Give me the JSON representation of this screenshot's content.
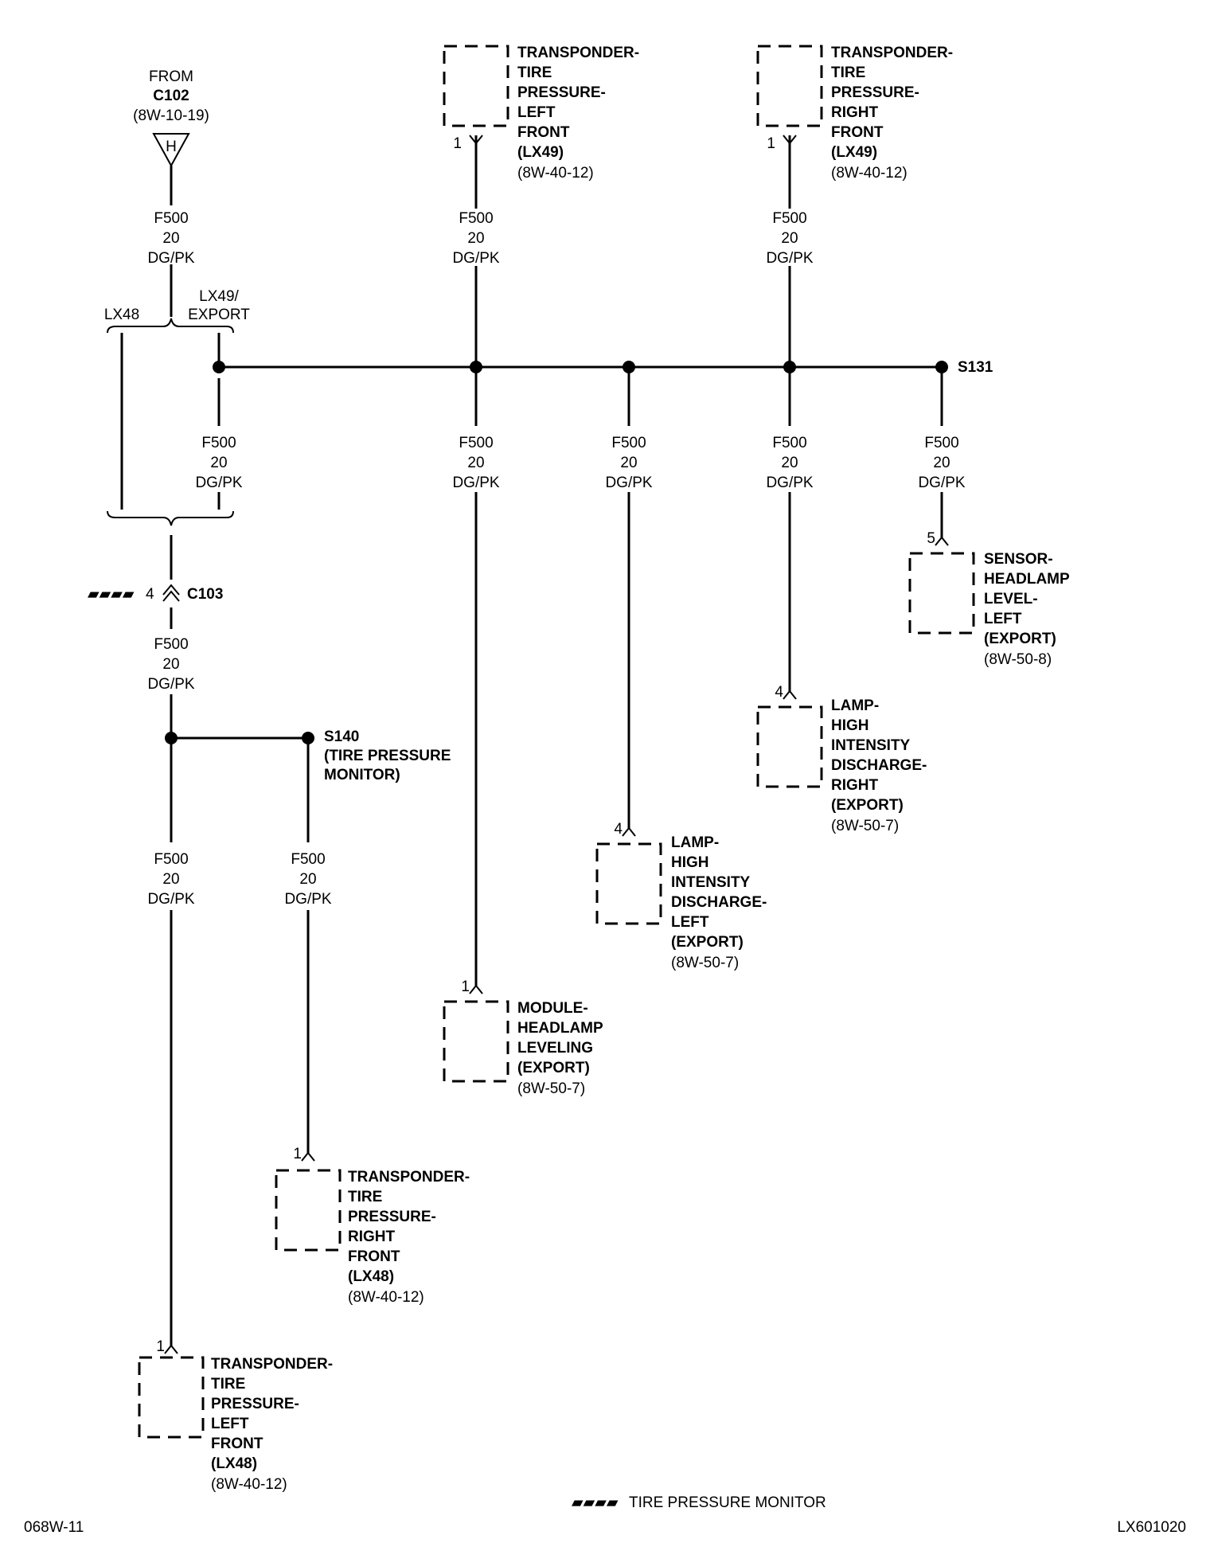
{
  "source": {
    "from": "FROM",
    "connector": "C102",
    "ref": "(8W-10-19)",
    "symbol": "H"
  },
  "circuit": {
    "id": "F500",
    "gauge": "20",
    "color": "DG/PK"
  },
  "branch_labels": {
    "left": "LX48",
    "right_line1": "LX49/",
    "right_line2": "EXPORT"
  },
  "inline_connector": {
    "marker": "▰▰▰▰",
    "pin": "4",
    "name": "C103"
  },
  "splices": {
    "s131": "S131",
    "s140_name": "S140",
    "s140_desc": "(TIRE PRESSURE",
    "s140_desc2": "MONITOR)"
  },
  "components": [
    {
      "pin": "1",
      "lines": [
        "TRANSPONDER-",
        "TIRE",
        "PRESSURE-",
        "LEFT",
        "FRONT",
        "(LX49)"
      ],
      "ref": "(8W-40-12)"
    },
    {
      "pin": "1",
      "lines": [
        "TRANSPONDER-",
        "TIRE",
        "PRESSURE-",
        "RIGHT",
        "FRONT",
        "(LX49)"
      ],
      "ref": "(8W-40-12)"
    },
    {
      "pin": "5",
      "lines": [
        "SENSOR-",
        "HEADLAMP",
        "LEVEL-",
        "LEFT",
        "(EXPORT)"
      ],
      "ref": "(8W-50-8)"
    },
    {
      "pin": "4",
      "lines": [
        "LAMP-",
        "HIGH",
        "INTENSITY",
        "DISCHARGE-",
        "RIGHT",
        "(EXPORT)"
      ],
      "ref": "(8W-50-7)"
    },
    {
      "pin": "4",
      "lines": [
        "LAMP-",
        "HIGH",
        "INTENSITY",
        "DISCHARGE-",
        "LEFT",
        "(EXPORT)"
      ],
      "ref": "(8W-50-7)"
    },
    {
      "pin": "1",
      "lines": [
        "MODULE-",
        "HEADLAMP",
        "LEVELING",
        "(EXPORT)"
      ],
      "ref": "(8W-50-7)"
    },
    {
      "pin": "1",
      "lines": [
        "TRANSPONDER-",
        "TIRE",
        "PRESSURE-",
        "RIGHT",
        "FRONT",
        "(LX48)"
      ],
      "ref": "(8W-40-12)"
    },
    {
      "pin": "1",
      "lines": [
        "TRANSPONDER-",
        "TIRE",
        "PRESSURE-",
        "LEFT",
        "FRONT",
        "(LX48)"
      ],
      "ref": "(8W-40-12)"
    }
  ],
  "legend": {
    "marker": "▰▰▰▰",
    "text": "TIRE PRESSURE MONITOR"
  },
  "footer": {
    "left": "068W-11",
    "right": "LX601020"
  }
}
